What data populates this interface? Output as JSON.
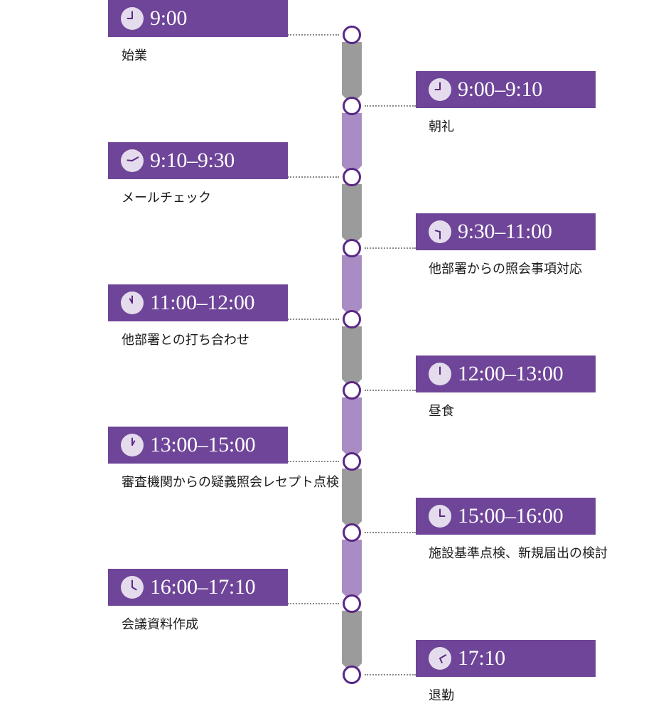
{
  "schedule": [
    {
      "time": "9:00",
      "label": "始業",
      "side": "left",
      "clock": {
        "h": 9,
        "m": 0
      }
    },
    {
      "time": "9:00–9:10",
      "label": "朝礼",
      "side": "right",
      "clock": {
        "h": 9,
        "m": 0
      }
    },
    {
      "time": "9:10–9:30",
      "label": "メールチェック",
      "side": "left",
      "clock": {
        "h": 9,
        "m": 10
      }
    },
    {
      "time": "9:30–11:00",
      "label": "他部署からの照会事項対応",
      "side": "right",
      "clock": {
        "h": 9,
        "m": 30
      }
    },
    {
      "time": "11:00–12:00",
      "label": "他部署との打ち合わせ",
      "side": "left",
      "clock": {
        "h": 11,
        "m": 0
      }
    },
    {
      "time": "12:00–13:00",
      "label": "昼食",
      "side": "right",
      "clock": {
        "h": 12,
        "m": 0
      }
    },
    {
      "time": "13:00–15:00",
      "label": "審査機関からの疑義照会レセプト点検",
      "side": "left",
      "clock": {
        "h": 13,
        "m": 0
      }
    },
    {
      "time": "15:00–16:00",
      "label": "施設基準点検、新規届出の検討",
      "side": "right",
      "clock": {
        "h": 15,
        "m": 0
      }
    },
    {
      "time": "16:00–17:10",
      "label": "会議資料作成",
      "side": "left",
      "clock": {
        "h": 16,
        "m": 0
      }
    },
    {
      "time": "17:10",
      "label": "退勤",
      "side": "right",
      "clock": {
        "h": 17,
        "m": 10
      }
    }
  ],
  "colors": {
    "box": "#6e4598",
    "node_border": "#5a2785",
    "bar_gray": "#9b9b9b",
    "bar_purple": "#a98cc4",
    "clock_face": "#e4dcec",
    "clock_hand": "#5a2785"
  }
}
